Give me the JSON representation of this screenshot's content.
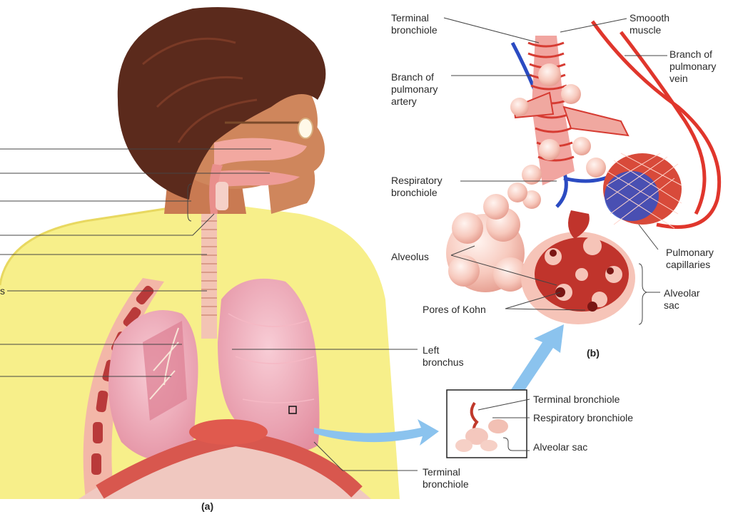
{
  "panel_a": {
    "caption": "(a)"
  },
  "panel_b": {
    "caption": "(b)"
  },
  "labels": {
    "terminal_bronchiole_top": "Terminal\nbronchiole",
    "smooth_muscle": "Smoooth\nmuscle",
    "branch_pulmonary_vein": "Branch of\npulmonary\nvein",
    "branch_pulmonary_artery": "Branch of\npulmonary\nartery",
    "respiratory_bronchiole": "Respiratory\nbronchiole",
    "alveolus": "Alveolus",
    "pulmonary_capillaries": "Pulmonary\ncapillaries",
    "pores_of_kohn": "Pores of Kohn",
    "alveolar_sac": "Alveolar\nsac",
    "left_bronchus": "Left\nbronchus",
    "inset_terminal_bronchiole": "Terminal bronchiole",
    "inset_respiratory_bronchiole": "Respiratory bronchiole",
    "inset_alveolar_sac": "Alveolar sac",
    "terminal_bronchiole_bottom": "Terminal\nbronchiole",
    "cut_label_fragment": "s"
  }
}
